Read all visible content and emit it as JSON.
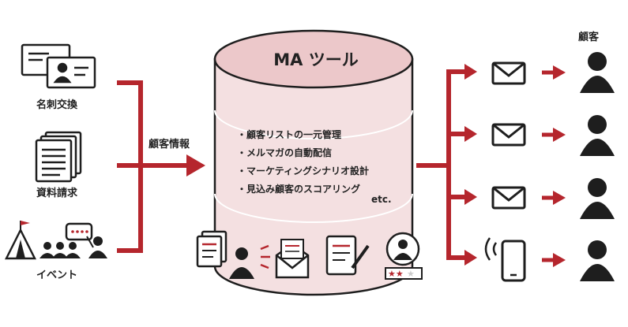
{
  "inputs": [
    {
      "label": "名刺交換",
      "icon": "business-cards-icon"
    },
    {
      "label": "資料請求",
      "icon": "documents-icon"
    },
    {
      "label": "イベント",
      "icon": "event-tent-audience-icon"
    }
  ],
  "flow_label": "顧客情報",
  "tool": {
    "title": "MA ツール",
    "features": [
      "・顧客リストの一元管理",
      "・メルマガの自動配信",
      "・マーケティングシナリオ設計",
      "・見込み顧客のスコアリング"
    ],
    "etc": "etc."
  },
  "output_header": "顧客",
  "outputs": [
    {
      "channel_icon": "mail-icon",
      "customer_icon": "customer-icon"
    },
    {
      "channel_icon": "mail-icon",
      "customer_icon": "customer-icon"
    },
    {
      "channel_icon": "mail-icon",
      "customer_icon": "customer-icon"
    },
    {
      "channel_icon": "smartphone-icon",
      "customer_icon": "customer-icon"
    }
  ],
  "colors": {
    "accent_red": "#b5262d",
    "cylinder_fill": "#f4e0e1",
    "cylinder_top": "#ecc8ca",
    "icon_dark": "#1e1e1e"
  }
}
